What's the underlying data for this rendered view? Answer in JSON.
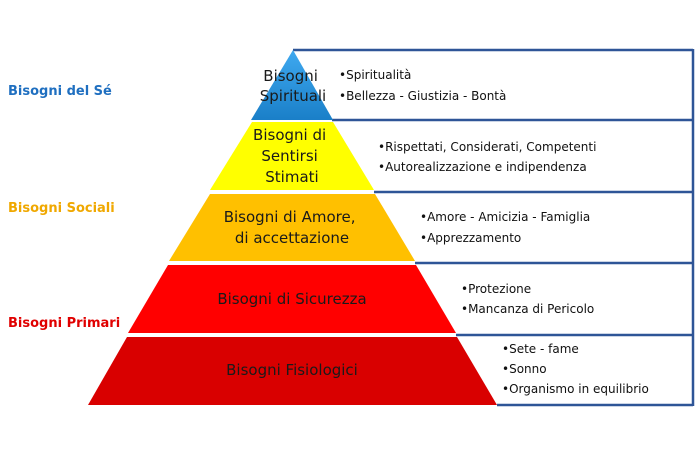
{
  "colors": {
    "border": "#2e5597",
    "spiritual": "#1e8fd6",
    "esteem": "#ffff00",
    "love": "#ffc000",
    "safety": "#ff0000",
    "physiological": "#d90000",
    "label_self": "#1f6fc0",
    "label_social": "#f0a800",
    "label_primary": "#e00000"
  },
  "side_labels": {
    "self": "Bisogni del Sé",
    "social": "Bisogni Sociali",
    "primary": "Bisogni Primari"
  },
  "levels": [
    {
      "title": [
        "Bisogni",
        "Spirituali"
      ],
      "bullets": [
        "•Spiritualità",
        "•Bellezza - Giustizia - Bontà"
      ]
    },
    {
      "title": [
        "Bisogni di",
        "Sentirsi",
        "Stimati"
      ],
      "bullets": [
        "•Rispettati, Considerati, Competenti",
        "•Autorealizzazione e indipendenza"
      ]
    },
    {
      "title": [
        "Bisogni di Amore,",
        "di accettazione"
      ],
      "bullets": [
        "•Amore - Amicizia - Famiglia",
        "•Apprezzamento"
      ]
    },
    {
      "title": [
        "Bisogni di Sicurezza"
      ],
      "bullets": [
        "•Protezione",
        "•Mancanza di Pericolo"
      ]
    },
    {
      "title": [
        "Bisogni Fisiologici"
      ],
      "bullets": [
        "•Sete - fame",
        "•Sonno",
        "•Organismo in equilibrio"
      ]
    }
  ]
}
